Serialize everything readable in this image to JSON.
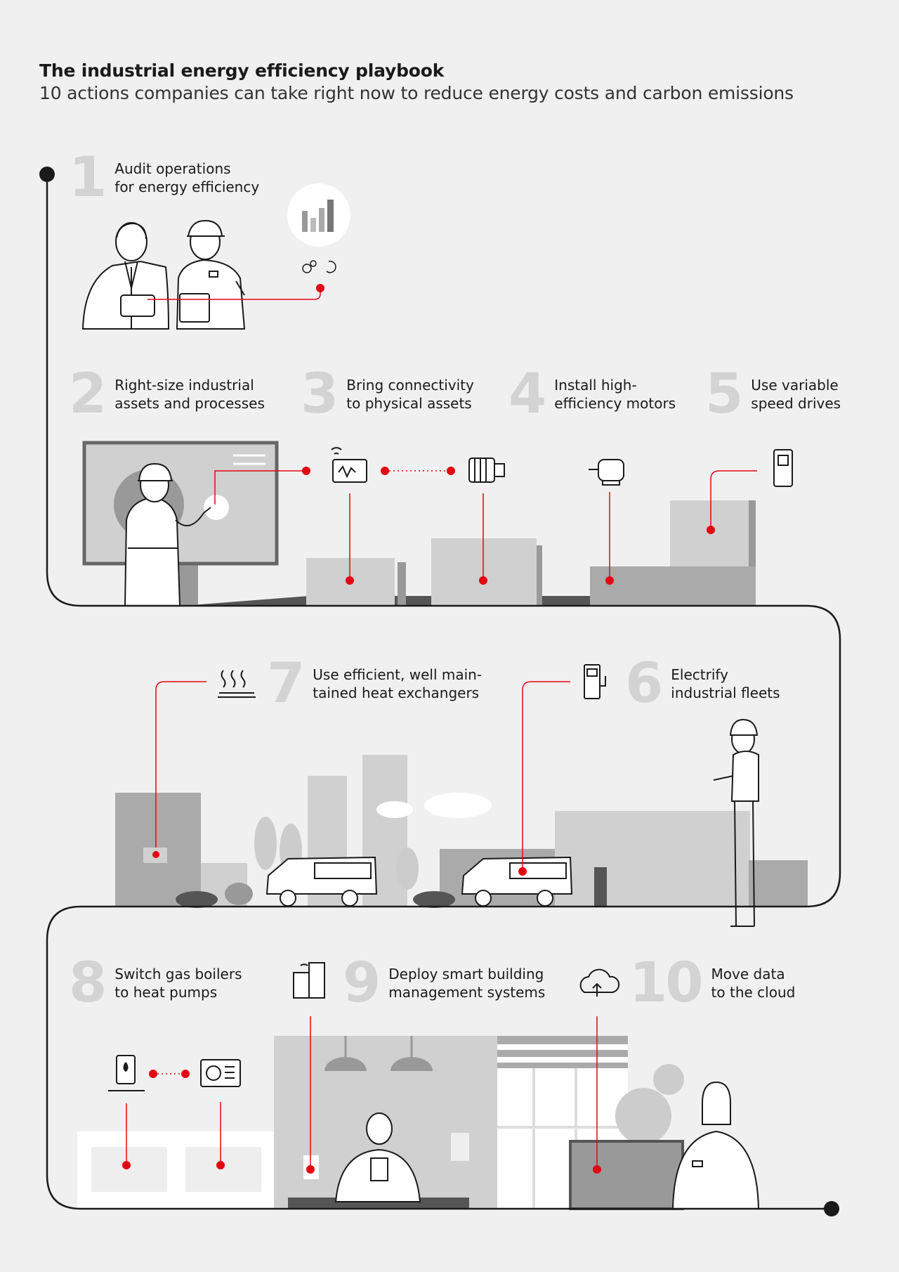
{
  "header": {
    "title": "The industrial energy efficiency playbook",
    "subtitle": "10 actions companies can take right now to reduce energy costs and carbon emissions"
  },
  "steps": [
    {
      "number": "1",
      "label": "Audit operations\nfor energy efficiency"
    },
    {
      "number": "2",
      "label": "Right-size industrial\nassets and processes"
    },
    {
      "number": "3",
      "label": "Bring connectivity\nto physical assets"
    },
    {
      "number": "4",
      "label": "Install high-\nefficiency motors"
    },
    {
      "number": "5",
      "label": "Use variable\nspeed drives"
    },
    {
      "number": "6",
      "label": "Electrify\nindustrial fleets"
    },
    {
      "number": "7",
      "label": "Use efficient, well main-\ntained heat exchangers"
    },
    {
      "number": "8",
      "label": "Switch gas boilers\nto heat pumps"
    },
    {
      "number": "9",
      "label": "Deploy smart building\nmanagement systems"
    },
    {
      "number": "10",
      "label": "Move data\nto the cloud"
    }
  ],
  "colors": {
    "background": "#f0f0f0",
    "accent_red": "#e30613",
    "number_gray": "#d3d3d3",
    "path_line": "#1a1a1a"
  }
}
